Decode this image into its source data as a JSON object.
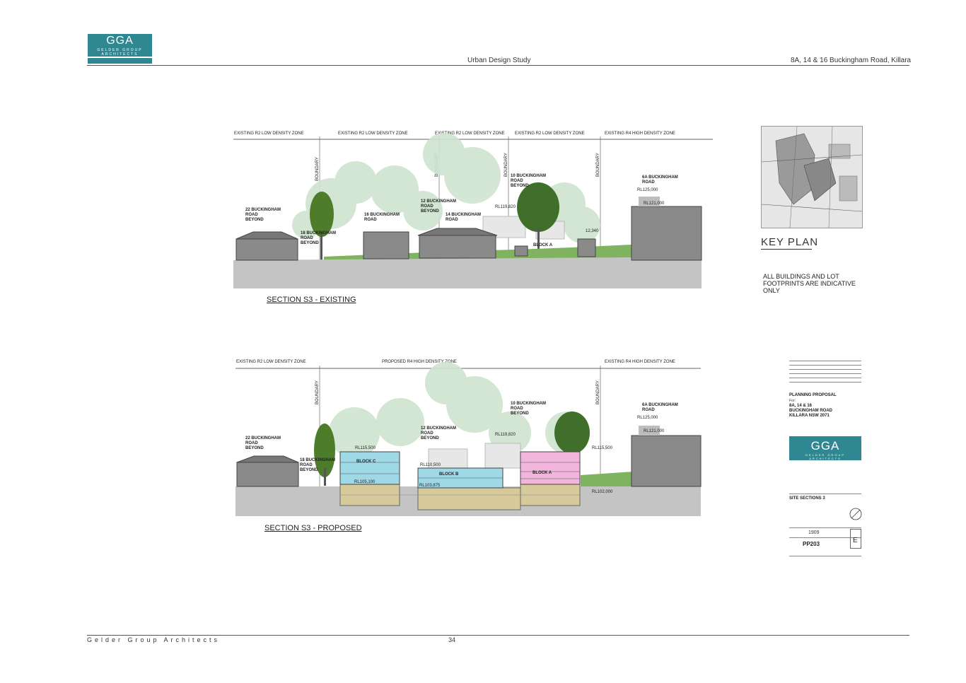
{
  "header": {
    "logo_text": "GGA",
    "logo_subtext": "GELDER GROUP ARCHITECTS",
    "center_title": "Urban Design Study",
    "right_title": "8A, 14 & 16 Buckingham Road, Killara"
  },
  "section_existing": {
    "title": "SECTION S3 -  EXISTING",
    "zones": [
      "EXISTING R2 LOW DENSITY ZONE",
      "EXISTING R2 LOW DENSITY ZONE",
      "EXISTING R2 LOW DENSITY ZONE",
      "EXISTING R2 LOW DENSITY ZONE",
      "EXISTING R4 HIGH DENSITY ZONE"
    ],
    "boundary": "BOUNDARY",
    "labels": {
      "rd22": [
        "22 BUCKINGHAM",
        "ROAD",
        "BEYOND"
      ],
      "rd18": [
        "18 BUCKINGHAM",
        "ROAD",
        "BEYOND"
      ],
      "rd16": [
        "16 BUCKINGHAM",
        "ROAD"
      ],
      "rd12": [
        "12 BUCKINGHAM",
        "ROAD",
        "BEYOND"
      ],
      "rd14": [
        "14 BUCKINGHAM",
        "ROAD"
      ],
      "rd10": [
        "10 BUCKINGHAM",
        "ROAD",
        "BEYOND"
      ],
      "rd6a": [
        "6A BUCKINGHAM",
        "ROAD"
      ],
      "block_a": "BLOCK A",
      "rl_119": "RL119,820",
      "rl_112": "12,340",
      "rl_125": "RL125,000",
      "rl_121": "RL121,000"
    }
  },
  "section_proposed": {
    "title": "SECTION S3 -  PROPOSED",
    "zones": [
      "EXISTING R2 LOW DENSITY ZONE",
      "PROPOSED R4 HIGH DENSITY ZONE",
      "EXISTING R4 HIGH DENSITY ZONE"
    ],
    "boundary": "BOUNDARY",
    "labels": {
      "rd22": [
        "22 BUCKINGHAM",
        "ROAD",
        "BEYOND"
      ],
      "rd18": [
        "18 BUCKINGHAM",
        "ROAD",
        "BEYOND"
      ],
      "rd12": [
        "12 BUCKINGHAM",
        "ROAD",
        "BEYOND"
      ],
      "rd10": [
        "10 BUCKINGHAM",
        "ROAD",
        "BEYOND"
      ],
      "rd6a": [
        "6A BUCKINGHAM",
        "ROAD"
      ],
      "block_c": "BLOCK C",
      "block_b": "BLOCK B",
      "block_a": "BLOCK A",
      "rl_115_500": "RL115,500",
      "rl_105_100": "RL105,100",
      "rl_110_500": "RL110,500",
      "rl_103_875": "RL103,875",
      "rl_119": "RL119,820",
      "rl_115_500_b": "RL115,500",
      "rl_102": "RL102,000",
      "rl_125": "RL125,000",
      "rl_121": "RL121,000"
    }
  },
  "keyplan": {
    "title": "KEY PLAN",
    "note": "ALL BUILDINGS AND LOT FOOTPRINTS ARE INDICATIVE ONLY"
  },
  "titleblock": {
    "project_heading": "PLANNING PROPOSAL",
    "for_label": "For:",
    "address_lines": [
      "8A, 14 & 16",
      "BUCKINGHAM ROAD",
      "KILLARA NSW 2071"
    ],
    "logo_text": "GGA",
    "logo_subtext": "GELDER GROUP ARCHITECTS",
    "drawing_title": "SITE SECTIONS 3",
    "project_no": "1909",
    "drawing_no": "PP203",
    "revision": "E"
  },
  "footer": {
    "company": "Gelder Group Architects",
    "page_number": "34"
  },
  "colors": {
    "brand_teal": "#2f8791",
    "block_blue": "#9fd8e6",
    "block_pink": "#f2b6dc",
    "basement": "#d6c99a",
    "ground": "#c4c4c4",
    "building_grey": "#8a8a8a"
  }
}
